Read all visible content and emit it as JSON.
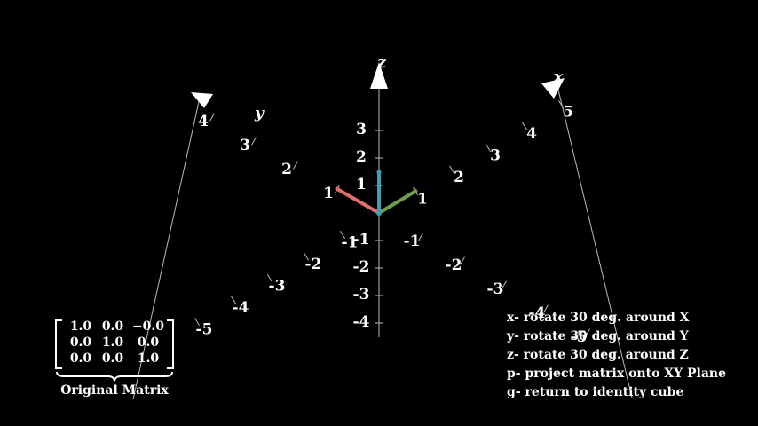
{
  "axes": {
    "x": {
      "name": "x",
      "positive_ticks": [
        "1",
        "2",
        "3",
        "4",
        "5"
      ],
      "negative_ticks": [
        "-1",
        "-2",
        "-3",
        "-4",
        "-5"
      ]
    },
    "y": {
      "name": "y",
      "positive_ticks": [
        "1",
        "2",
        "3",
        "4"
      ],
      "negative_ticks": [
        "-1",
        "-2",
        "-3",
        "-4",
        "-5"
      ]
    },
    "z": {
      "name": "z",
      "positive_ticks": [
        "1",
        "2",
        "3"
      ],
      "negative_ticks": [
        "-1",
        "-2",
        "-3",
        "-4"
      ]
    }
  },
  "basis_vectors": [
    {
      "name": "x-basis",
      "color": "#6e9d4e"
    },
    {
      "name": "y-basis",
      "color": "#e0706a"
    },
    {
      "name": "z-basis",
      "color": "#3fa0b4"
    }
  ],
  "matrix": {
    "rows": [
      [
        "1.0",
        "0.0",
        "−0.0"
      ],
      [
        "0.0",
        "1.0",
        "0.0"
      ],
      [
        "0.0",
        "0.0",
        "1.0"
      ]
    ],
    "caption": "Original Matrix"
  },
  "controls": [
    "x- rotate 30 deg. around X",
    "y- rotate 30 deg. around Y",
    "z- rotate 30 deg. around Z",
    "p- project matrix onto XY Plane",
    "g- return to identity cube"
  ]
}
